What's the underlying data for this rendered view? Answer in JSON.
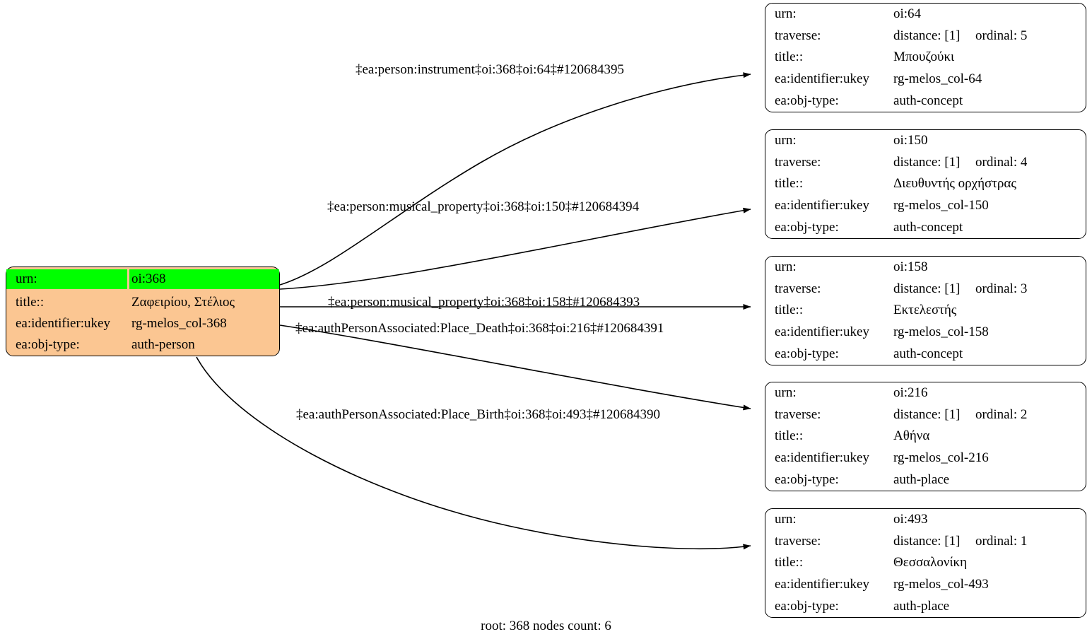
{
  "caption": "root: 368 nodes count: 6",
  "colors": {
    "root_fill": "#fbc692",
    "highlight": "#00ff00",
    "node_fill": "#ffffff",
    "stroke": "#000000"
  },
  "labels": {
    "urn": "urn:",
    "traverse": "traverse:",
    "title": "title::",
    "ukey": "ea:identifier:ukey",
    "objtype": "ea:obj-type:"
  },
  "root_node": {
    "urn": "oi:368",
    "title": "Ζαφειρίου, Στέλιος",
    "ukey": "rg-melos_col-368",
    "obj_type": "auth-person"
  },
  "nodes": [
    {
      "urn": "oi:64",
      "distance": "distance: [1]",
      "ordinal": "ordinal: 5",
      "title": "Μπουζούκι",
      "ukey": "rg-melos_col-64",
      "obj_type": "auth-concept"
    },
    {
      "urn": "oi:150",
      "distance": "distance: [1]",
      "ordinal": "ordinal: 4",
      "title": "Διευθυντής ορχήστρας",
      "ukey": "rg-melos_col-150",
      "obj_type": "auth-concept"
    },
    {
      "urn": "oi:158",
      "distance": "distance: [1]",
      "ordinal": "ordinal: 3",
      "title": "Εκτελεστής",
      "ukey": "rg-melos_col-158",
      "obj_type": "auth-concept"
    },
    {
      "urn": "oi:216",
      "distance": "distance: [1]",
      "ordinal": "ordinal: 2",
      "title": "Αθήνα",
      "ukey": "rg-melos_col-216",
      "obj_type": "auth-place"
    },
    {
      "urn": "oi:493",
      "distance": "distance: [1]",
      "ordinal": "ordinal: 1",
      "title": "Θεσσαλονίκη",
      "ukey": "rg-melos_col-493",
      "obj_type": "auth-place"
    }
  ],
  "edges": [
    {
      "label": "‡ea:person:instrument‡oi:368‡oi:64‡#120684395"
    },
    {
      "label": "‡ea:person:musical_property‡oi:368‡oi:150‡#120684394"
    },
    {
      "label": "‡ea:person:musical_property‡oi:368‡oi:158‡#120684393"
    },
    {
      "label": "‡ea:authPersonAssociated:Place_Death‡oi:368‡oi:216‡#120684391"
    },
    {
      "label": "‡ea:authPersonAssociated:Place_Birth‡oi:368‡oi:493‡#120684390"
    }
  ]
}
